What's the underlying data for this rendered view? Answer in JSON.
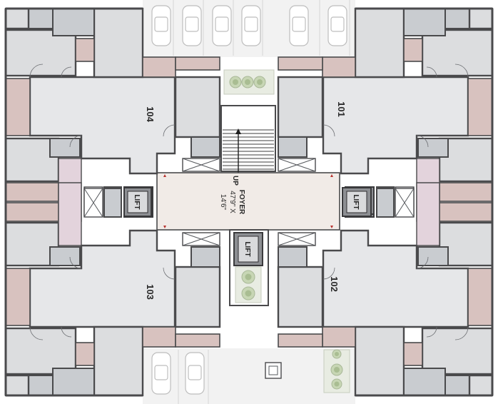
{
  "units": [
    "104",
    "101",
    "103",
    "102"
  ],
  "lift_label": "LIFT",
  "foyer": {
    "title": "FOYER",
    "dim_line1": "47'9\" X",
    "dim_line2": "14'6\""
  },
  "stair_label": "UP",
  "colors": {
    "room": "#dcdddf",
    "bath": "#c9ccd0",
    "balcony": "#d8c2bf",
    "lobby_pink": "#e3d3dc",
    "foyer": "#f1ebe7",
    "wall": "#4a4a4c",
    "parking": "#f2f2f2",
    "landscape": "#c7d6b4",
    "marker_red": "#b8322e"
  },
  "icons": [
    "car-icon",
    "tree-icon",
    "lift-icon",
    "duct-cross-icon",
    "stair-arrow-icon"
  ]
}
